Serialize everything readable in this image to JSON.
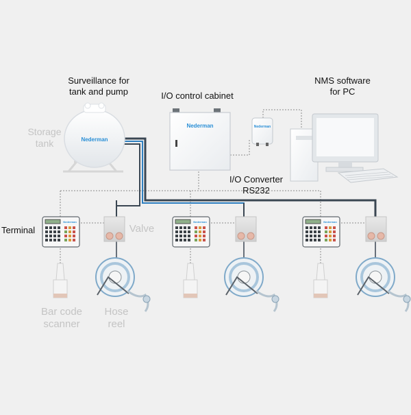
{
  "labels": {
    "surveillance": "Surveillance for\ntank and pump",
    "io_cabinet": "I/O control cabinet",
    "nms": "NMS software\nfor PC",
    "storage_tank": "Storage\ntank",
    "io_converter": "I/O Converter\nRS232",
    "terminal": "Terminal",
    "valve": "Valve",
    "bar_code_scanner": "Bar code\nscanner",
    "hose_reel": "Hose\nreel"
  },
  "brand": {
    "name": "Nederman",
    "color": "#2a8fd6"
  },
  "colors": {
    "cable_dark": "#3a4652",
    "cable_blue": "#2d7fc0",
    "dotted": "#8a8a8a",
    "device_body": "#fafafa"
  },
  "icons": [
    "storage-tank-icon",
    "cabinet-icon",
    "converter-icon",
    "pc-icon",
    "terminal-icon",
    "valve-icon",
    "scanner-icon",
    "hose-reel-icon"
  ]
}
